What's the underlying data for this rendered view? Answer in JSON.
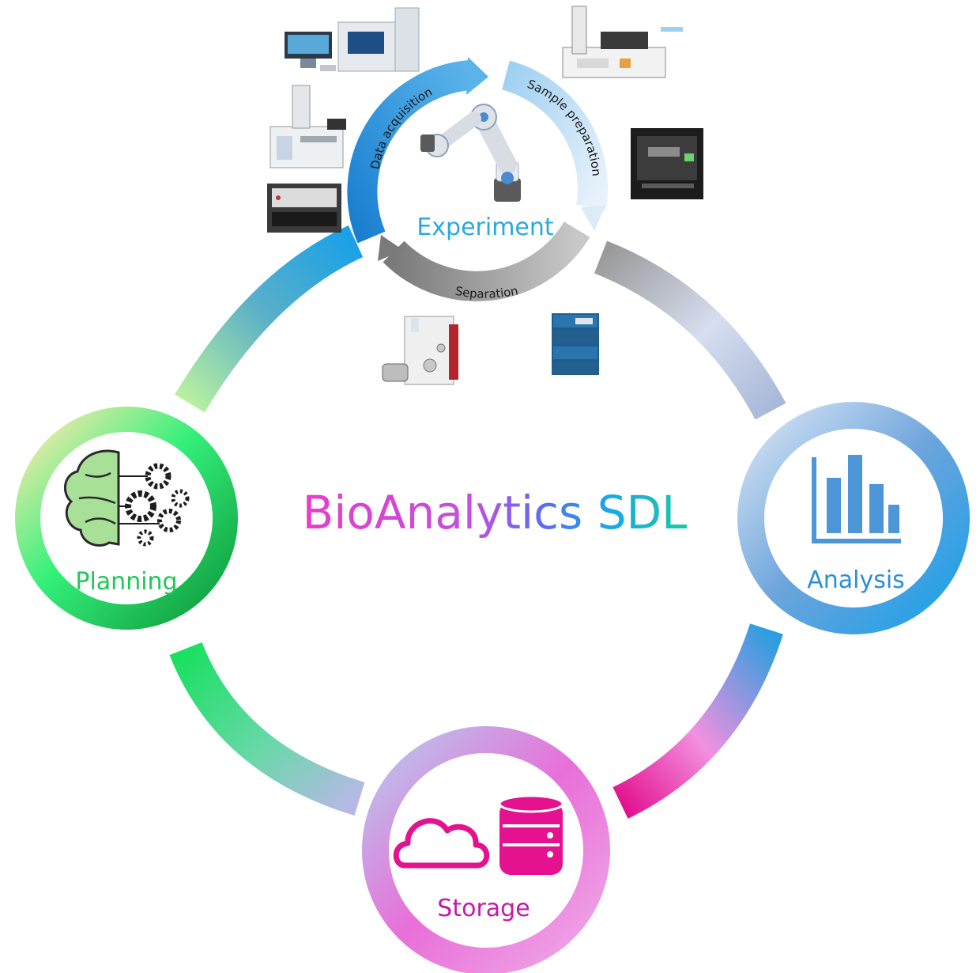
{
  "title": "BioAnalytics SDL",
  "colors": {
    "planning": "#1ec85a",
    "analysis": "#2b8fd6",
    "storage": "#e4128f",
    "experiment": "#29a9e0",
    "title_start": "#e040c0",
    "title_end": "#1ec8a0"
  },
  "nodes": {
    "experiment": {
      "label": "Experiment",
      "icon": "robot-arm-icon"
    },
    "planning": {
      "label": "Planning",
      "icon": "brain-gears-icon"
    },
    "analysis": {
      "label": "Analysis",
      "icon": "bar-chart-icon"
    },
    "storage": {
      "label": "Storage",
      "icon": "cloud-database-icon"
    }
  },
  "experiment_cycle": {
    "steps": [
      "Data acquisition",
      "Sample preparation",
      "Separation"
    ]
  },
  "instruments": [
    "mass-spectrometer-icon",
    "liquid-handler-icon",
    "gas-chromatograph-icon",
    "plate-reader-icon",
    "spectrometer-icon",
    "chromatography-system-icon",
    "hplc-stack-icon"
  ]
}
